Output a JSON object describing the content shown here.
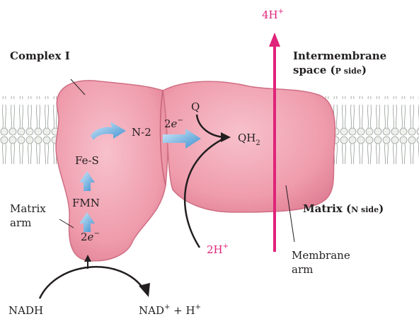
{
  "labels": {
    "complex": "Complex I",
    "intermembrane_line1": "Intermembrane",
    "intermembrane_line2_prefix": "space (",
    "intermembrane_side": "P side",
    "intermembrane_line2_suffix": ")",
    "matrix_prefix": "Matrix (",
    "matrix_side": "N side",
    "matrix_suffix": ")",
    "matrix_arm_line1": "Matrix",
    "matrix_arm_line2": "arm",
    "membrane_arm_line1": "Membrane",
    "membrane_arm_line2": "arm",
    "fmn": "FMN",
    "fes": "Fe-S",
    "n2": "N-2",
    "electrons_coefficient": "2",
    "electron_symbol": "e",
    "electron_charge": "−",
    "q": "Q",
    "qh2_base": "QH",
    "qh2_subscript": "2",
    "protons_matrix_coefficient": "2H",
    "protons_pumped_coefficient": "4H",
    "proton_charge": "+",
    "nadh": "NADH",
    "nad_base": "NAD",
    "nad_charge": "+",
    "nad_plus": " + ",
    "h_base": "H",
    "h_charge": "+"
  },
  "colors": {
    "protein": "#ef9cac",
    "protein_edge": "#cf6f84",
    "proton_arrow": "#e0237a",
    "electron_arrow": "#5aa6db",
    "membrane_head": "#e9ece8",
    "text": "#231f20"
  }
}
